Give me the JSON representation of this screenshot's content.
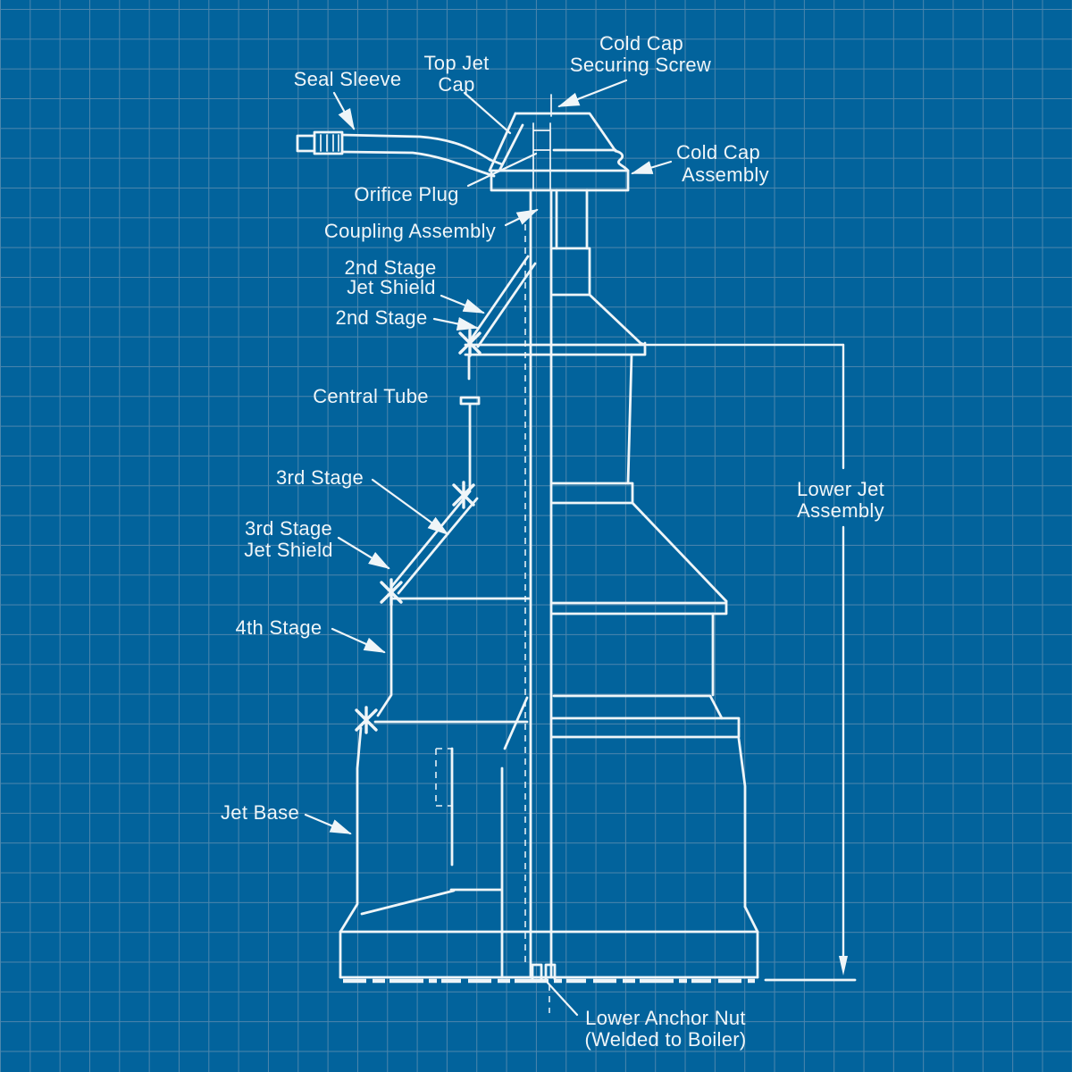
{
  "colors": {
    "background": "#02639c",
    "grid_line": "#4d86ad",
    "line_art": "#eff5f8"
  },
  "diagram": {
    "kind": "blueprint-cutaway-jet-assembly",
    "labels": {
      "seal_sleeve": {
        "text": "Seal Sleeve"
      },
      "top_jet_cap": {
        "line1": "Top Jet",
        "line2": "Cap"
      },
      "cold_cap_securing_screw": {
        "line1": "Cold Cap",
        "line2": "Securing Screw"
      },
      "orifice_plug": {
        "text": "Orifice Plug"
      },
      "cold_cap_assembly": {
        "line1": "Cold Cap",
        "line2": "Assembly"
      },
      "coupling_assembly": {
        "text": "Coupling Assembly"
      },
      "second_stage_jet_shield": {
        "line1": "2nd Stage",
        "line2": "Jet Shield"
      },
      "second_stage": {
        "text": "2nd Stage"
      },
      "central_tube": {
        "text": "Central Tube"
      },
      "third_stage": {
        "text": "3rd Stage"
      },
      "third_stage_jet_shield": {
        "line1": "3rd Stage",
        "line2": "Jet Shield"
      },
      "fourth_stage": {
        "text": "4th Stage"
      },
      "jet_base": {
        "text": "Jet Base"
      },
      "lower_jet_assembly": {
        "line1": "Lower Jet",
        "line2": "Assembly"
      },
      "lower_anchor_nut": {
        "line1": "Lower Anchor Nut",
        "line2": "(Welded to Boiler)"
      }
    }
  }
}
